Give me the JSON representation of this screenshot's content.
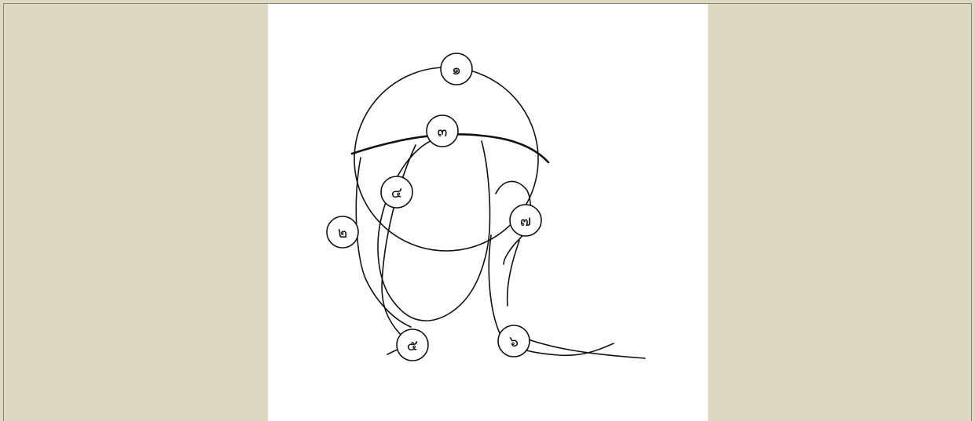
{
  "colors": {
    "background": "#ddd8c2",
    "canvas": "#ffffff",
    "stroke": "#111111"
  },
  "labels": {
    "n1": "๑",
    "n2": "๒",
    "n3": "๓",
    "n4": "๔",
    "n5": "๕",
    "n6": "๖",
    "n7": "๗"
  }
}
